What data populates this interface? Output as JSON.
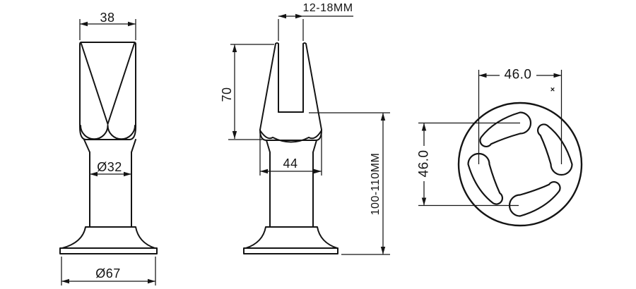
{
  "colors": {
    "background": "#ffffff",
    "line": "#141414"
  },
  "views": {
    "front": {
      "top_width": "38",
      "shaft_diameter": "Ø32",
      "base_diameter": "Ø67"
    },
    "side": {
      "glass_thickness_range": "12-18MM",
      "fork_height": "70",
      "head_width": "44",
      "overall_height_range": "100-110MM"
    },
    "top": {
      "hole_spacing_horizontal": "46.0",
      "hole_spacing_vertical": "46.0",
      "reference_marker": "×"
    }
  }
}
